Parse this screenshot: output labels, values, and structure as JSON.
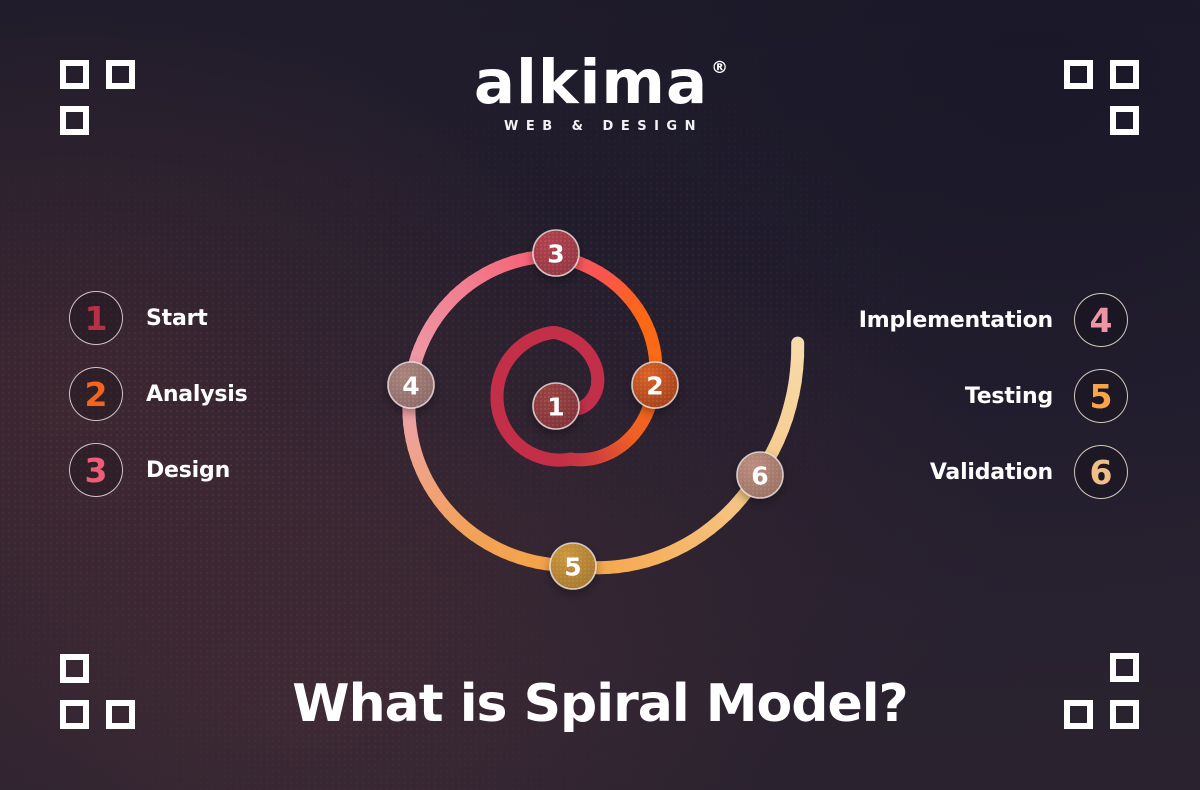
{
  "brand": {
    "name": "alkima",
    "registered_mark": "®",
    "tagline": "WEB & DESIGN"
  },
  "title": "What is Spiral Model?",
  "legend_left": {
    "items": [
      {
        "number": "1",
        "label": "Start",
        "number_color": "#b53147"
      },
      {
        "number": "2",
        "label": "Analysis",
        "number_color": "#f3641f"
      },
      {
        "number": "3",
        "label": "Design",
        "number_color": "#ee5c77"
      }
    ]
  },
  "legend_right": {
    "items": [
      {
        "number": "4",
        "label": "Implementation",
        "number_color": "#ee94a5"
      },
      {
        "number": "5",
        "label": "Testing",
        "number_color": "#f7a44a"
      },
      {
        "number": "6",
        "label": "Validation",
        "number_color": "#f1bf86"
      }
    ]
  },
  "spiral": {
    "stroke_gradient": [
      {
        "at": -373,
        "color": "#f8dcab"
      },
      {
        "at": -338,
        "color": "#f5c98c"
      },
      {
        "at": -274,
        "color": "#f5a445"
      },
      {
        "at": -235,
        "color": "#f2a257"
      },
      {
        "at": -176,
        "color": "#eda2b0"
      },
      {
        "at": -125,
        "color": "#f27b8e"
      },
      {
        "at": -92,
        "color": "#f75d6f"
      },
      {
        "at": -68,
        "color": "#fa544d"
      },
      {
        "at": -45,
        "color": "#fd6716"
      },
      {
        "at": -6,
        "color": "#fb6c15"
      },
      {
        "at": 35,
        "color": "#ee5d25"
      },
      {
        "at": 62,
        "color": "#d1413c"
      },
      {
        "at": 90,
        "color": "#c42f48"
      },
      {
        "at": 388,
        "color": "#c22f4a"
      }
    ],
    "nodes": [
      {
        "number": "1",
        "fill_light": "#9a4343",
        "fill_dark": "#7c3138"
      },
      {
        "number": "2",
        "fill_light": "#d96227",
        "fill_dark": "#9c3c1b"
      },
      {
        "number": "3",
        "fill_light": "#b24250",
        "fill_dark": "#8f3542"
      },
      {
        "number": "4",
        "fill_light": "#a8837c",
        "fill_dark": "#8a6768"
      },
      {
        "number": "5",
        "fill_light": "#cb963d",
        "fill_dark": "#a1742e"
      },
      {
        "number": "6",
        "fill_light": "#bb8d7e",
        "fill_dark": "#966e63"
      }
    ]
  },
  "colors": {
    "background": "#251f2e",
    "text": "#ffffff",
    "corner_squares": "#ffffff"
  }
}
